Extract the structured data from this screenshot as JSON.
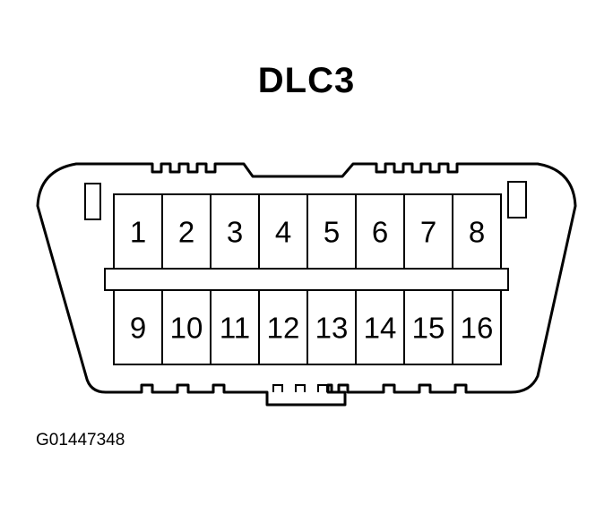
{
  "diagram": {
    "title": "DLC3",
    "figure_id": "G01447348",
    "top_row_pins": [
      "1",
      "2",
      "3",
      "4",
      "5",
      "6",
      "7",
      "8"
    ],
    "bottom_row_pins": [
      "9",
      "10",
      "11",
      "12",
      "13",
      "14",
      "15",
      "16"
    ]
  }
}
